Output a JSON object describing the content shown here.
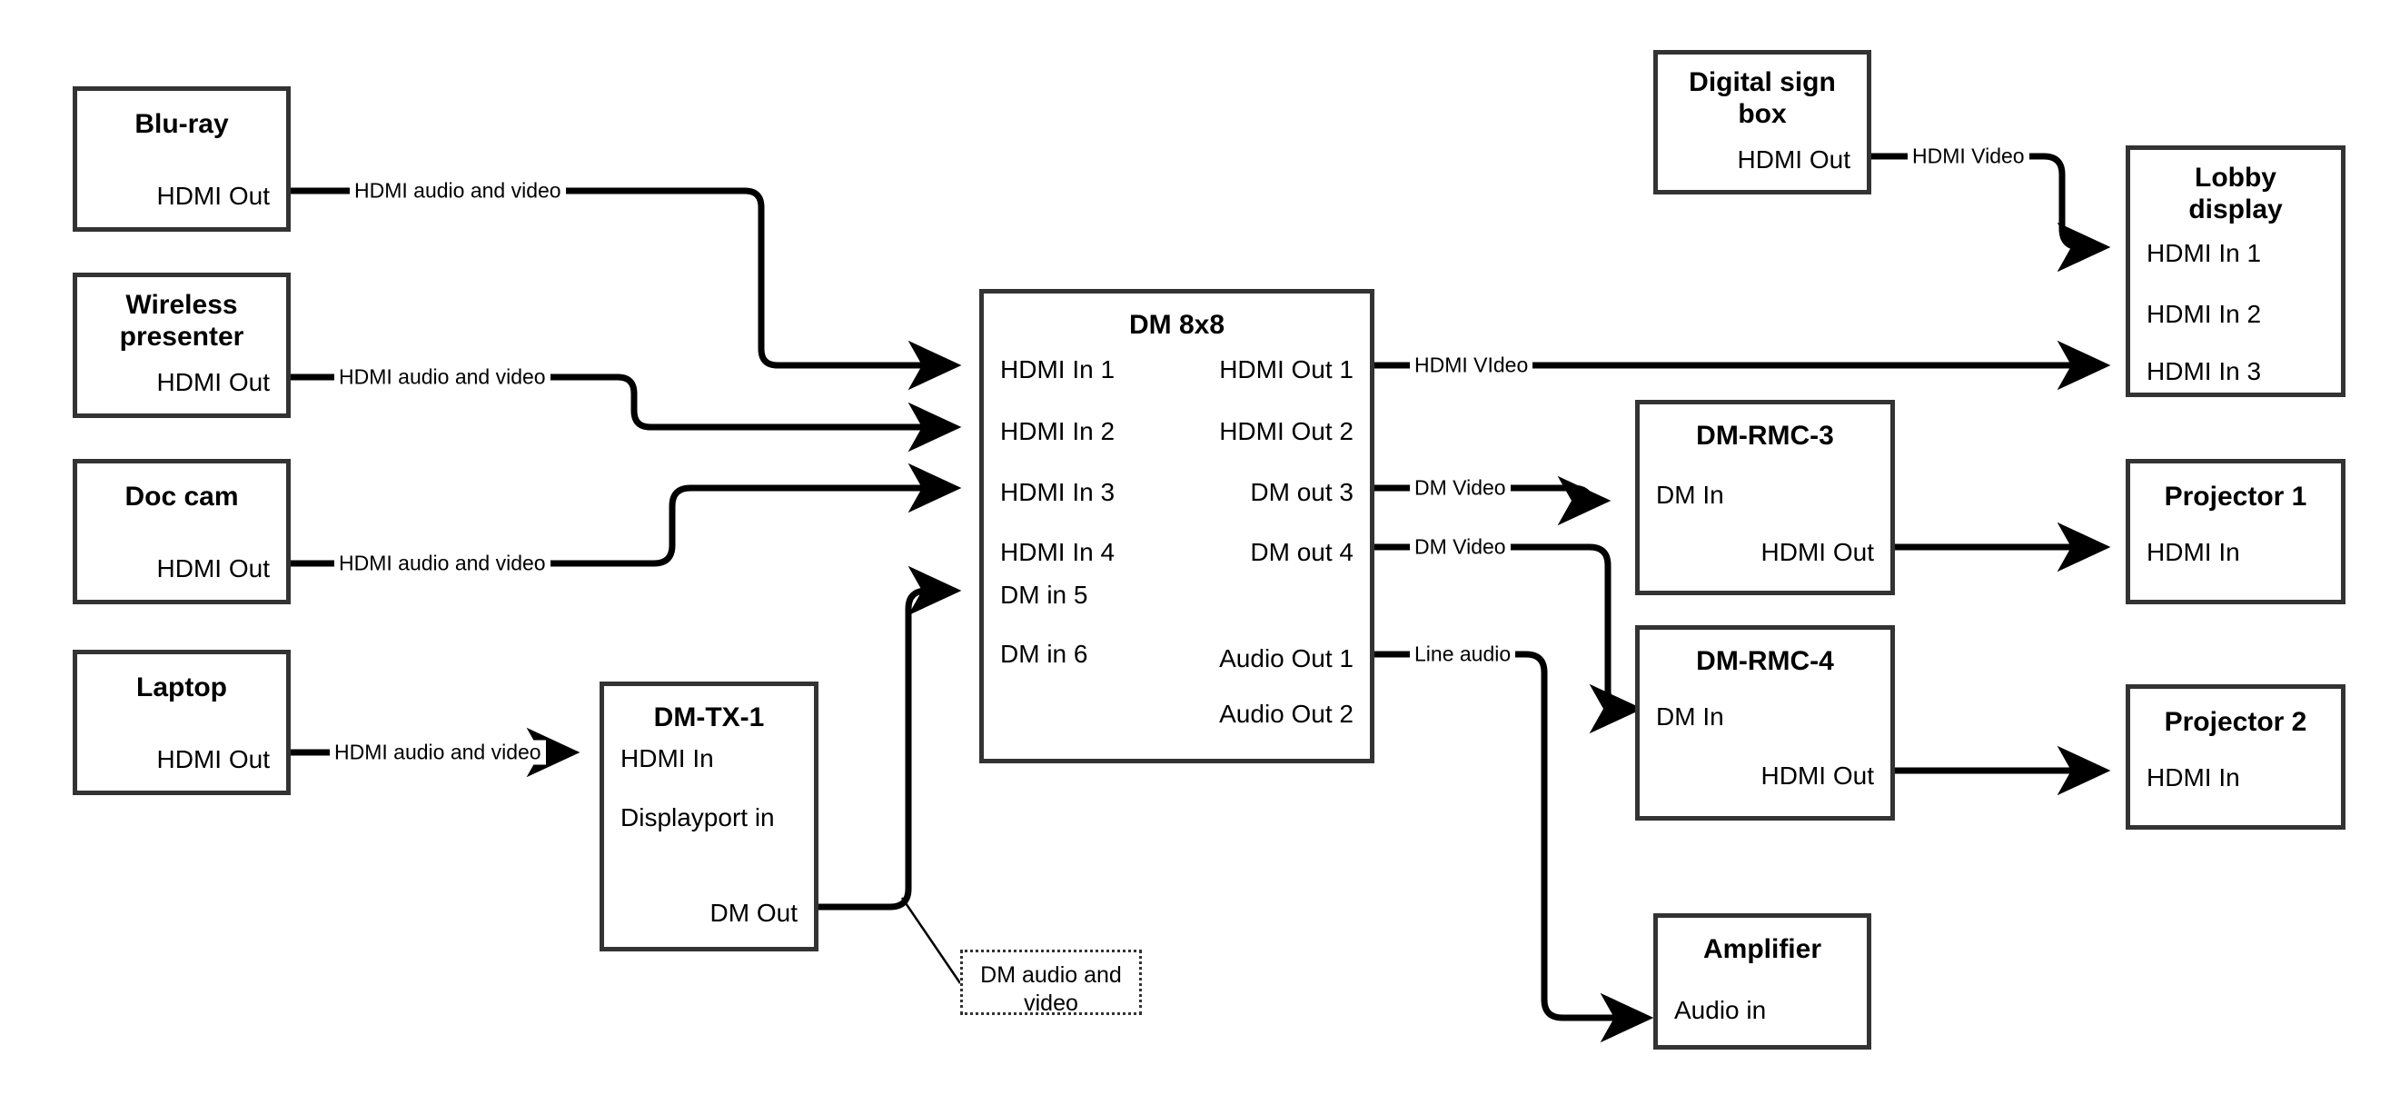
{
  "diagram": {
    "title": "AV signal flow diagram",
    "stroke_color": "#333333",
    "wire_color": "#000000",
    "background": "#ffffff"
  },
  "nodes": {
    "bluray": {
      "title": "Blu-ray",
      "ports": {
        "out1": "HDMI Out"
      }
    },
    "wireless": {
      "title": "Wireless\npresenter",
      "ports": {
        "out1": "HDMI Out"
      }
    },
    "doccam": {
      "title": "Doc cam",
      "ports": {
        "out1": "HDMI Out"
      }
    },
    "laptop": {
      "title": "Laptop",
      "ports": {
        "out1": "HDMI Out"
      }
    },
    "dmtx1": {
      "title": "DM-TX-1",
      "ports": {
        "in1": "HDMI In",
        "in2": "Displayport in",
        "out1": "DM Out"
      }
    },
    "dm8x8": {
      "title": "DM 8x8",
      "inputs": [
        "HDMI In 1",
        "HDMI In 2",
        "HDMI In 3",
        "HDMI In 4",
        "DM in 5",
        "DM in 6"
      ],
      "outputs": [
        "HDMI Out 1",
        "HDMI Out 2",
        "DM out 3",
        "DM out 4",
        "Audio Out 1",
        "Audio Out 2"
      ]
    },
    "digitalsign": {
      "title": "Digital sign\nbox",
      "ports": {
        "out1": "HDMI Out"
      }
    },
    "lobbydisplay": {
      "title": "Lobby\ndisplay",
      "ports": {
        "in1": "HDMI In 1",
        "in2": "HDMI In 2",
        "in3": "HDMI In 3"
      }
    },
    "dmrmc3": {
      "title": "DM-RMC-3",
      "ports": {
        "in1": "DM In",
        "out1": "HDMI Out"
      }
    },
    "dmrmc4": {
      "title": "DM-RMC-4",
      "ports": {
        "in1": "DM In",
        "out1": "HDMI Out"
      }
    },
    "projector1": {
      "title": "Projector 1",
      "ports": {
        "in1": "HDMI In"
      }
    },
    "projector2": {
      "title": "Projector 2",
      "ports": {
        "in1": "HDMI In"
      }
    },
    "amplifier": {
      "title": "Amplifier",
      "ports": {
        "in1": "Audio in"
      }
    },
    "callout": {
      "text": "DM audio and\nvideo"
    }
  },
  "wire_labels": {
    "bluray_to_dm": "HDMI audio and video",
    "wireless_to_dm": "HDMI audio and video",
    "doccam_to_dm": "HDMI audio and video",
    "laptop_to_tx": "HDMI audio and video",
    "sign_to_lobby": "HDMI Video",
    "dmout1_to_lobby": "HDMI VIdeo",
    "dmout3_to_rmc3": "DM Video",
    "dmout4_to_rmc4": "DM Video",
    "audioout1_to_amp": "Line audio"
  }
}
